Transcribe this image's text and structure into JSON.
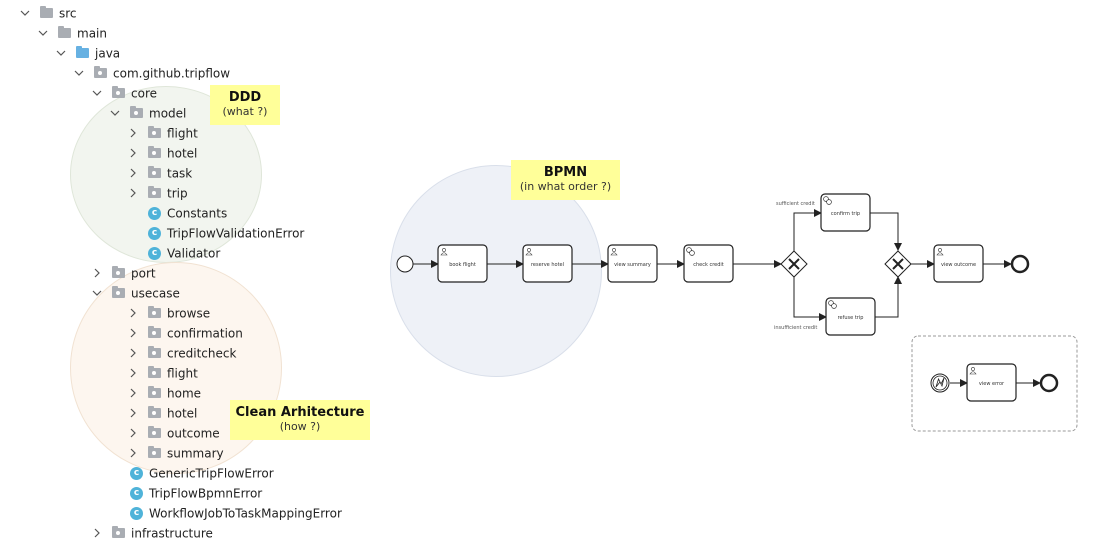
{
  "tree": [
    {
      "label": "src",
      "kind": "folder"
    },
    {
      "label": "main",
      "kind": "folder"
    },
    {
      "label": "java",
      "kind": "folder-blue"
    },
    {
      "label": "com.github.tripflow",
      "kind": "package"
    },
    {
      "label": "core",
      "kind": "package"
    },
    {
      "label": "model",
      "kind": "package"
    },
    {
      "label": "flight",
      "kind": "package"
    },
    {
      "label": "hotel",
      "kind": "package"
    },
    {
      "label": "task",
      "kind": "package"
    },
    {
      "label": "trip",
      "kind": "package"
    },
    {
      "label": "Constants",
      "kind": "class"
    },
    {
      "label": "TripFlowValidationError",
      "kind": "class"
    },
    {
      "label": "Validator",
      "kind": "class"
    },
    {
      "label": "port",
      "kind": "package"
    },
    {
      "label": "usecase",
      "kind": "package"
    },
    {
      "label": "browse",
      "kind": "package"
    },
    {
      "label": "confirmation",
      "kind": "package"
    },
    {
      "label": "creditcheck",
      "kind": "package"
    },
    {
      "label": "flight",
      "kind": "package"
    },
    {
      "label": "home",
      "kind": "package"
    },
    {
      "label": "hotel",
      "kind": "package"
    },
    {
      "label": "outcome",
      "kind": "package"
    },
    {
      "label": "summary",
      "kind": "package"
    },
    {
      "label": "GenericTripFlowError",
      "kind": "class"
    },
    {
      "label": "TripFlowBpmnError",
      "kind": "class"
    },
    {
      "label": "WorkflowJobToTaskMappingError",
      "kind": "class"
    },
    {
      "label": "infrastructure",
      "kind": "package"
    }
  ],
  "notes": {
    "ddd": {
      "title": "DDD",
      "subtitle": "(what ?)"
    },
    "clean": {
      "title": "Clean Arhitecture",
      "subtitle": "(how ?)"
    },
    "bpmn": {
      "title": "BPMN",
      "subtitle": "(in what order ?)"
    }
  },
  "bpmn": {
    "tasks": {
      "book_flight": "book flight",
      "reserve_hotel": "reserve hotel",
      "view_summary": "view summary",
      "check_credit": "check credit",
      "confirm_trip": "confirm trip",
      "refuse_trip": "refuse trip",
      "view_outcome": "view outcome",
      "view_error": "view error"
    },
    "flows": {
      "sufficient": "sufficient credit",
      "insufficient": "insufficient credit"
    }
  }
}
